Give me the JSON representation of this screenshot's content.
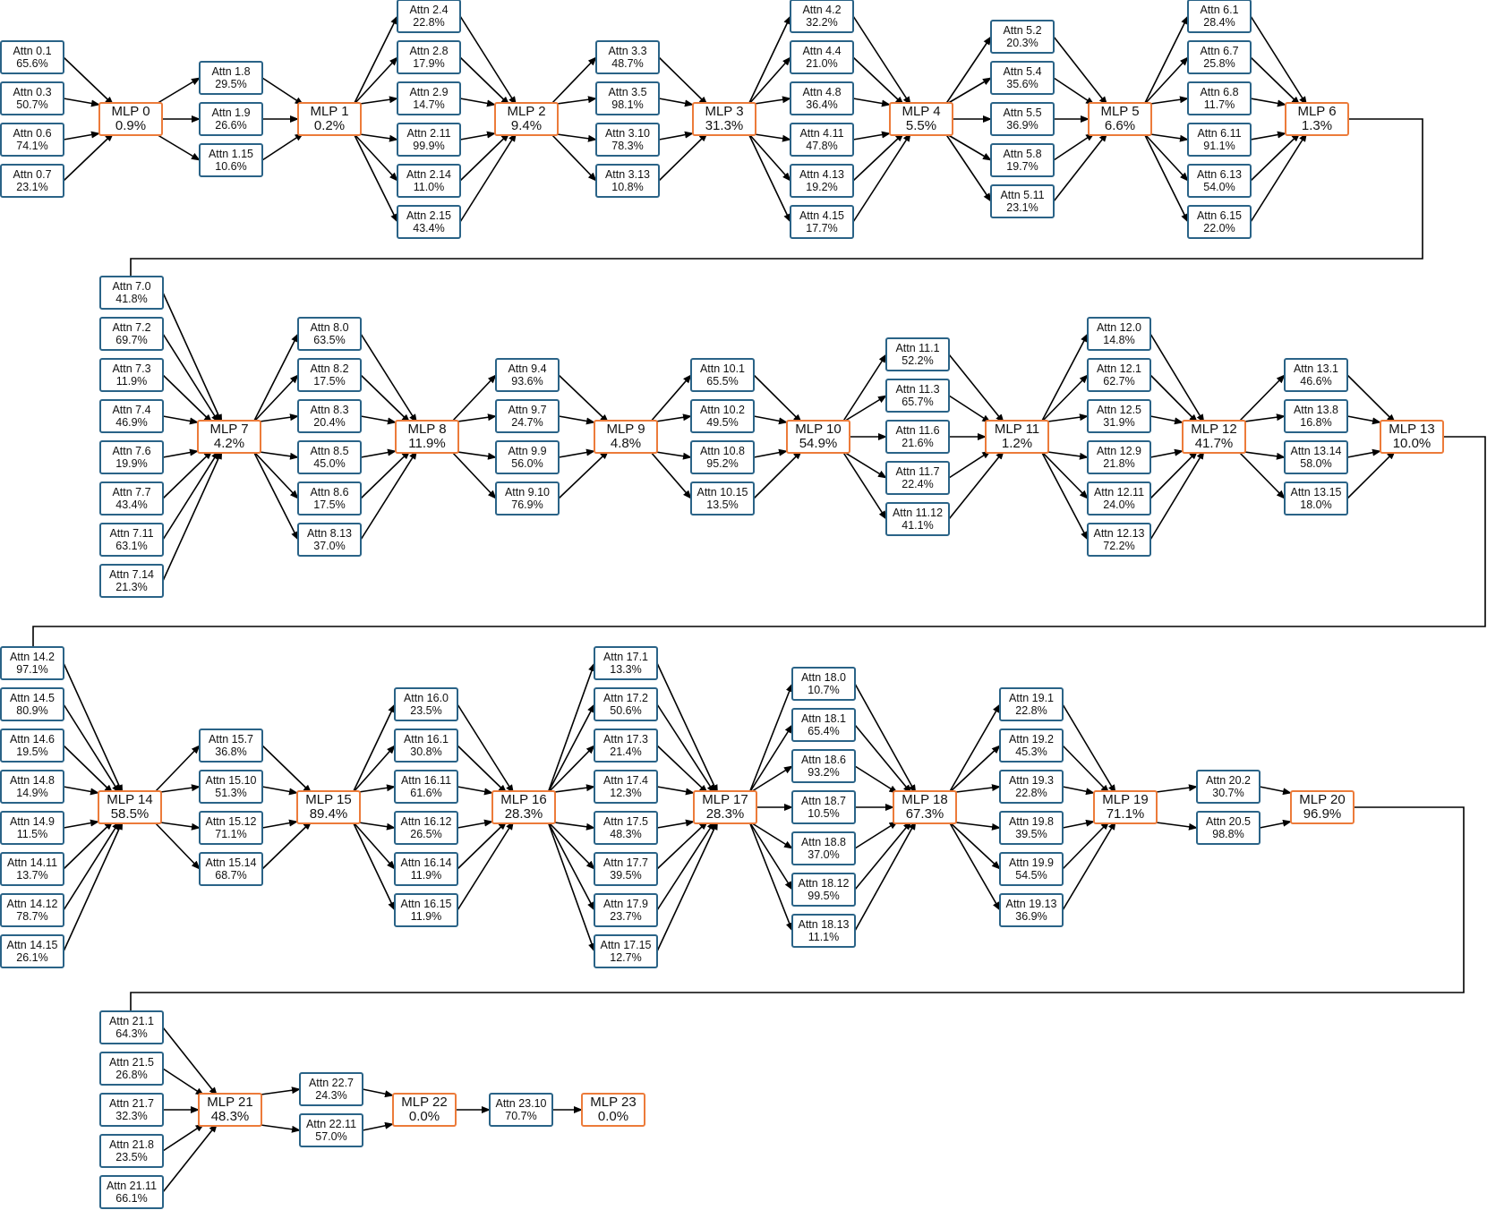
{
  "colors": {
    "attn_border": "#2a6387",
    "mlp_border": "#ec7b3a",
    "edge": "#000000",
    "background": "#ffffff"
  },
  "rows": [
    {
      "stages": [
        {
          "attn": [
            {
              "label": "Attn 0.1",
              "value": "65.6%"
            },
            {
              "label": "Attn 0.3",
              "value": "50.7%"
            },
            {
              "label": "Attn 0.6",
              "value": "74.1%"
            },
            {
              "label": "Attn 0.7",
              "value": "23.1%"
            }
          ],
          "mlp": {
            "label": "MLP 0",
            "value": "0.9%"
          }
        },
        {
          "attn": [
            {
              "label": "Attn 1.8",
              "value": "29.5%"
            },
            {
              "label": "Attn 1.9",
              "value": "26.6%"
            },
            {
              "label": "Attn 1.15",
              "value": "10.6%"
            }
          ],
          "mlp": {
            "label": "MLP 1",
            "value": "0.2%"
          }
        },
        {
          "attn": [
            {
              "label": "Attn 2.4",
              "value": "22.8%"
            },
            {
              "label": "Attn 2.8",
              "value": "17.9%"
            },
            {
              "label": "Attn 2.9",
              "value": "14.7%"
            },
            {
              "label": "Attn 2.11",
              "value": "99.9%"
            },
            {
              "label": "Attn 2.14",
              "value": "11.0%"
            },
            {
              "label": "Attn 2.15",
              "value": "43.4%"
            }
          ],
          "mlp": {
            "label": "MLP 2",
            "value": "9.4%"
          }
        },
        {
          "attn": [
            {
              "label": "Attn 3.3",
              "value": "48.7%"
            },
            {
              "label": "Attn 3.5",
              "value": "98.1%"
            },
            {
              "label": "Attn 3.10",
              "value": "78.3%"
            },
            {
              "label": "Attn 3.13",
              "value": "10.8%"
            }
          ],
          "mlp": {
            "label": "MLP 3",
            "value": "31.3%"
          }
        },
        {
          "attn": [
            {
              "label": "Attn 4.2",
              "value": "32.2%"
            },
            {
              "label": "Attn 4.4",
              "value": "21.0%"
            },
            {
              "label": "Attn 4.8",
              "value": "36.4%"
            },
            {
              "label": "Attn 4.11",
              "value": "47.8%"
            },
            {
              "label": "Attn 4.13",
              "value": "19.2%"
            },
            {
              "label": "Attn 4.15",
              "value": "17.7%"
            }
          ],
          "mlp": {
            "label": "MLP 4",
            "value": "5.5%"
          }
        },
        {
          "attn": [
            {
              "label": "Attn 5.2",
              "value": "20.3%"
            },
            {
              "label": "Attn 5.4",
              "value": "35.6%"
            },
            {
              "label": "Attn 5.5",
              "value": "36.9%"
            },
            {
              "label": "Attn 5.8",
              "value": "19.7%"
            },
            {
              "label": "Attn 5.11",
              "value": "23.1%"
            }
          ],
          "mlp": {
            "label": "MLP 5",
            "value": "6.6%"
          }
        },
        {
          "attn": [
            {
              "label": "Attn 6.1",
              "value": "28.4%"
            },
            {
              "label": "Attn 6.7",
              "value": "25.8%"
            },
            {
              "label": "Attn 6.8",
              "value": "11.7%"
            },
            {
              "label": "Attn 6.11",
              "value": "91.1%"
            },
            {
              "label": "Attn 6.13",
              "value": "54.0%"
            },
            {
              "label": "Attn 6.15",
              "value": "22.0%"
            }
          ],
          "mlp": {
            "label": "MLP 6",
            "value": "1.3%"
          }
        }
      ]
    },
    {
      "stages": [
        {
          "attn": [
            {
              "label": "Attn 7.0",
              "value": "41.8%"
            },
            {
              "label": "Attn 7.2",
              "value": "69.7%"
            },
            {
              "label": "Attn 7.3",
              "value": "11.9%"
            },
            {
              "label": "Attn 7.4",
              "value": "46.9%"
            },
            {
              "label": "Attn 7.6",
              "value": "19.9%"
            },
            {
              "label": "Attn 7.7",
              "value": "43.4%"
            },
            {
              "label": "Attn 7.11",
              "value": "63.1%"
            },
            {
              "label": "Attn 7.14",
              "value": "21.3%"
            }
          ],
          "mlp": {
            "label": "MLP 7",
            "value": "4.2%"
          }
        },
        {
          "attn": [
            {
              "label": "Attn 8.0",
              "value": "63.5%"
            },
            {
              "label": "Attn 8.2",
              "value": "17.5%"
            },
            {
              "label": "Attn 8.3",
              "value": "20.4%"
            },
            {
              "label": "Attn 8.5",
              "value": "45.0%"
            },
            {
              "label": "Attn 8.6",
              "value": "17.5%"
            },
            {
              "label": "Attn 8.13",
              "value": "37.0%"
            }
          ],
          "mlp": {
            "label": "MLP 8",
            "value": "11.9%"
          }
        },
        {
          "attn": [
            {
              "label": "Attn 9.4",
              "value": "93.6%"
            },
            {
              "label": "Attn 9.7",
              "value": "24.7%"
            },
            {
              "label": "Attn 9.9",
              "value": "56.0%"
            },
            {
              "label": "Attn 9.10",
              "value": "76.9%"
            }
          ],
          "mlp": {
            "label": "MLP 9",
            "value": "4.8%"
          }
        },
        {
          "attn": [
            {
              "label": "Attn 10.1",
              "value": "65.5%"
            },
            {
              "label": "Attn 10.2",
              "value": "49.5%"
            },
            {
              "label": "Attn 10.8",
              "value": "95.2%"
            },
            {
              "label": "Attn 10.15",
              "value": "13.5%"
            }
          ],
          "mlp": {
            "label": "MLP 10",
            "value": "54.9%"
          }
        },
        {
          "attn": [
            {
              "label": "Attn 11.1",
              "value": "52.2%"
            },
            {
              "label": "Attn 11.3",
              "value": "65.7%"
            },
            {
              "label": "Attn 11.6",
              "value": "21.6%"
            },
            {
              "label": "Attn 11.7",
              "value": "22.4%"
            },
            {
              "label": "Attn 11.12",
              "value": "41.1%"
            }
          ],
          "mlp": {
            "label": "MLP 11",
            "value": "1.2%"
          }
        },
        {
          "attn": [
            {
              "label": "Attn 12.0",
              "value": "14.8%"
            },
            {
              "label": "Attn 12.1",
              "value": "62.7%"
            },
            {
              "label": "Attn 12.5",
              "value": "31.9%"
            },
            {
              "label": "Attn 12.9",
              "value": "21.8%"
            },
            {
              "label": "Attn 12.11",
              "value": "24.0%"
            },
            {
              "label": "Attn 12.13",
              "value": "72.2%"
            }
          ],
          "mlp": {
            "label": "MLP 12",
            "value": "41.7%"
          }
        },
        {
          "attn": [
            {
              "label": "Attn 13.1",
              "value": "46.6%"
            },
            {
              "label": "Attn 13.8",
              "value": "16.8%"
            },
            {
              "label": "Attn 13.14",
              "value": "58.0%"
            },
            {
              "label": "Attn 13.15",
              "value": "18.0%"
            }
          ],
          "mlp": {
            "label": "MLP 13",
            "value": "10.0%"
          }
        }
      ]
    },
    {
      "stages": [
        {
          "attn": [
            {
              "label": "Attn 14.2",
              "value": "97.1%"
            },
            {
              "label": "Attn 14.5",
              "value": "80.9%"
            },
            {
              "label": "Attn 14.6",
              "value": "19.5%"
            },
            {
              "label": "Attn 14.8",
              "value": "14.9%"
            },
            {
              "label": "Attn 14.9",
              "value": "11.5%"
            },
            {
              "label": "Attn 14.11",
              "value": "13.7%"
            },
            {
              "label": "Attn 14.12",
              "value": "78.7%"
            },
            {
              "label": "Attn 14.15",
              "value": "26.1%"
            }
          ],
          "mlp": {
            "label": "MLP 14",
            "value": "58.5%"
          }
        },
        {
          "attn": [
            {
              "label": "Attn 15.7",
              "value": "36.8%"
            },
            {
              "label": "Attn 15.10",
              "value": "51.3%"
            },
            {
              "label": "Attn 15.12",
              "value": "71.1%"
            },
            {
              "label": "Attn 15.14",
              "value": "68.7%"
            }
          ],
          "mlp": {
            "label": "MLP 15",
            "value": "89.4%"
          }
        },
        {
          "attn": [
            {
              "label": "Attn 16.0",
              "value": "23.5%"
            },
            {
              "label": "Attn 16.1",
              "value": "30.8%"
            },
            {
              "label": "Attn 16.11",
              "value": "61.6%"
            },
            {
              "label": "Attn 16.12",
              "value": "26.5%"
            },
            {
              "label": "Attn 16.14",
              "value": "11.9%"
            },
            {
              "label": "Attn 16.15",
              "value": "11.9%"
            }
          ],
          "mlp": {
            "label": "MLP 16",
            "value": "28.3%"
          }
        },
        {
          "attn": [
            {
              "label": "Attn 17.1",
              "value": "13.3%"
            },
            {
              "label": "Attn 17.2",
              "value": "50.6%"
            },
            {
              "label": "Attn 17.3",
              "value": "21.4%"
            },
            {
              "label": "Attn 17.4",
              "value": "12.3%"
            },
            {
              "label": "Attn 17.5",
              "value": "48.3%"
            },
            {
              "label": "Attn 17.7",
              "value": "39.5%"
            },
            {
              "label": "Attn 17.9",
              "value": "23.7%"
            },
            {
              "label": "Attn 17.15",
              "value": "12.7%"
            }
          ],
          "mlp": {
            "label": "MLP 17",
            "value": "28.3%"
          }
        },
        {
          "attn": [
            {
              "label": "Attn 18.0",
              "value": "10.7%"
            },
            {
              "label": "Attn 18.1",
              "value": "65.4%"
            },
            {
              "label": "Attn 18.6",
              "value": "93.2%"
            },
            {
              "label": "Attn 18.7",
              "value": "10.5%"
            },
            {
              "label": "Attn 18.8",
              "value": "37.0%"
            },
            {
              "label": "Attn 18.12",
              "value": "99.5%"
            },
            {
              "label": "Attn 18.13",
              "value": "11.1%"
            }
          ],
          "mlp": {
            "label": "MLP 18",
            "value": "67.3%"
          }
        },
        {
          "attn": [
            {
              "label": "Attn 19.1",
              "value": "22.8%"
            },
            {
              "label": "Attn 19.2",
              "value": "45.3%"
            },
            {
              "label": "Attn 19.3",
              "value": "22.8%"
            },
            {
              "label": "Attn 19.8",
              "value": "39.5%"
            },
            {
              "label": "Attn 19.9",
              "value": "54.5%"
            },
            {
              "label": "Attn 19.13",
              "value": "36.9%"
            }
          ],
          "mlp": {
            "label": "MLP 19",
            "value": "71.1%"
          }
        },
        {
          "attn": [
            {
              "label": "Attn 20.2",
              "value": "30.7%"
            },
            {
              "label": "Attn 20.5",
              "value": "98.8%"
            }
          ],
          "mlp": {
            "label": "MLP 20",
            "value": "96.9%"
          }
        }
      ]
    },
    {
      "stages": [
        {
          "attn": [
            {
              "label": "Attn 21.1",
              "value": "64.3%"
            },
            {
              "label": "Attn 21.5",
              "value": "26.8%"
            },
            {
              "label": "Attn 21.7",
              "value": "32.3%"
            },
            {
              "label": "Attn 21.8",
              "value": "23.5%"
            },
            {
              "label": "Attn 21.11",
              "value": "66.1%"
            }
          ],
          "mlp": {
            "label": "MLP 21",
            "value": "48.3%"
          }
        },
        {
          "attn": [
            {
              "label": "Attn 22.7",
              "value": "24.3%"
            },
            {
              "label": "Attn 22.11",
              "value": "57.0%"
            }
          ],
          "mlp": {
            "label": "MLP 22",
            "value": "0.0%"
          }
        },
        {
          "attn": [
            {
              "label": "Attn 23.10",
              "value": "70.7%"
            }
          ],
          "mlp": {
            "label": "MLP 23",
            "value": "0.0%"
          }
        }
      ]
    }
  ]
}
